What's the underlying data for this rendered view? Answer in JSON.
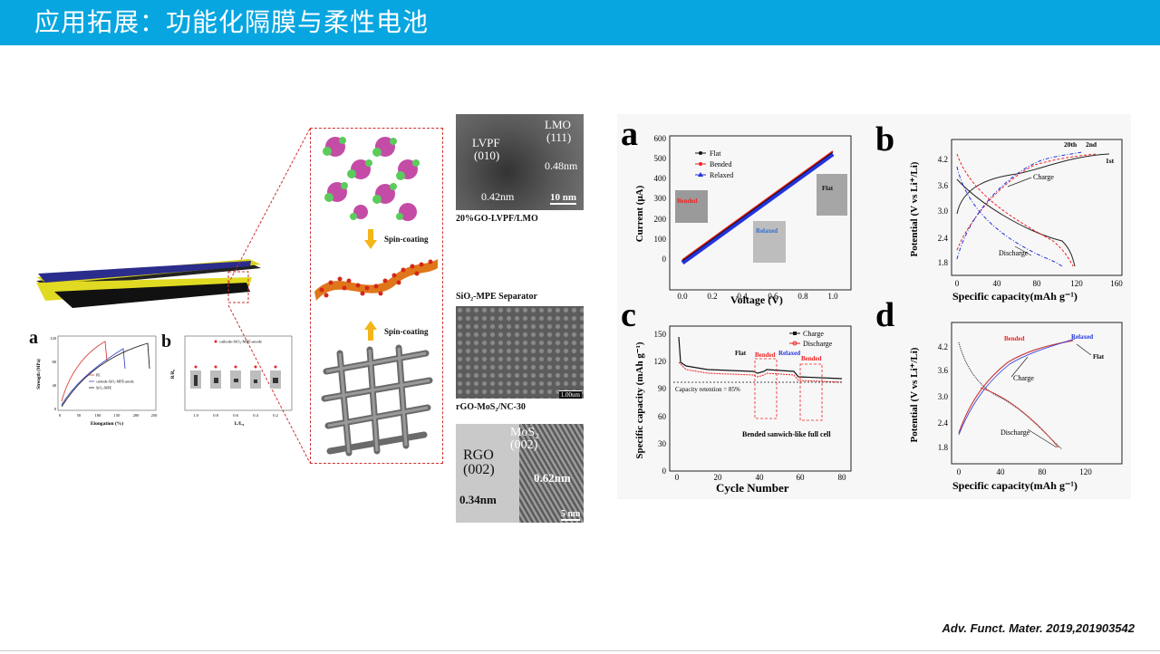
{
  "slide": {
    "title": "应用拓展：功能化隔膜与柔性电池",
    "citation": "Adv. Funct. Mater. 2019,201903542"
  },
  "left_figure": {
    "panel_a": {
      "label": "a",
      "ylabel": "Strength (MPa)",
      "xlabel": "Elongation (%)",
      "xticks": [
        "0",
        "50",
        "100",
        "150",
        "200",
        "250"
      ],
      "yticks": [
        "0",
        "40",
        "80",
        "120"
      ],
      "legend": [
        "PE",
        "cathode-SiO₂-MPE-anode",
        "SiO₂-MPE"
      ]
    },
    "panel_b": {
      "label": "b",
      "ylabel": "R/R₀",
      "xlabel": "L/L₀",
      "xticks": [
        "1.0",
        "0.8",
        "0.6",
        "0.4",
        "0.2"
      ],
      "legend": "cathode-SiO₂-MPE-anode"
    },
    "schematic": {
      "spin_coating_1": "Spin-coating",
      "spin_coating_2": "Spin-coating"
    },
    "micrographs": {
      "tem1": {
        "lvpf": "LVPF",
        "lvpf_plane": "(010)",
        "lmo": "LMO",
        "lmo_plane": "(111)",
        "d1": "0.42nm",
        "d2": "0.48nm",
        "scale": "10 nm",
        "caption": "20%GO-LVPF/LMO"
      },
      "sem": {
        "caption_top": "SiO₂-MPE Separator",
        "scale": "1.00um",
        "caption_bottom": "rGO-MoS₂/NC-30"
      },
      "tem2": {
        "rgo": "RGO",
        "rgo_plane": "(002)",
        "mos2": "MoS₂",
        "mos2_plane": "(002)",
        "d1": "0.62nm",
        "d2": "0.34nm",
        "scale": "5 nm"
      }
    }
  },
  "right_figure": {
    "panel_a": {
      "label": "a",
      "xlabel": "Voltage (V)",
      "ylabel": "Current (μA)",
      "xticks": [
        "0.0",
        "0.2",
        "0.4",
        "0.6",
        "0.8",
        "1.0"
      ],
      "yticks": [
        "0",
        "100",
        "200",
        "300",
        "400",
        "500",
        "600"
      ],
      "legend": [
        "Flat",
        "Bended",
        "Relaxed"
      ],
      "photo_labels": [
        "Bended",
        "Relaxed",
        "Flat"
      ]
    },
    "panel_b": {
      "label": "b",
      "xlabel": "Specific capacity(mAh g⁻¹)",
      "ylabel": "Potential (V vs Li⁺/Li)",
      "xticks": [
        "0",
        "40",
        "80",
        "120",
        "160"
      ],
      "yticks": [
        "1.8",
        "2.4",
        "3.0",
        "3.6",
        "4.2"
      ],
      "cycle_labels": [
        "20th",
        "2nd",
        "1st"
      ],
      "charge": "Charge",
      "discharge": "Discharge"
    },
    "panel_c": {
      "label": "c",
      "xlabel": "Cycle Number",
      "ylabel": "Specific capacity (mAh g⁻¹)",
      "xticks": [
        "0",
        "20",
        "40",
        "60",
        "80"
      ],
      "yticks": [
        "0",
        "30",
        "60",
        "90",
        "120",
        "150"
      ],
      "legend": [
        "Charge",
        "Discharge"
      ],
      "states": [
        "Flat",
        "Bended",
        "Relaxed",
        "Bended"
      ],
      "retention": "Capacity retention = 85%",
      "note": "Bended sanwich-like full cell"
    },
    "panel_d": {
      "label": "d",
      "xlabel": "Specific capacity(mAh g⁻¹)",
      "ylabel": "Potential (V vs Li⁺/Li)",
      "xticks": [
        "0",
        "40",
        "80",
        "120"
      ],
      "yticks": [
        "1.8",
        "2.4",
        "3.0",
        "3.6",
        "4.2"
      ],
      "series_labels": [
        "Bended",
        "Relaxed",
        "Flat"
      ],
      "charge": "Charge",
      "discharge": "Discharge"
    }
  }
}
